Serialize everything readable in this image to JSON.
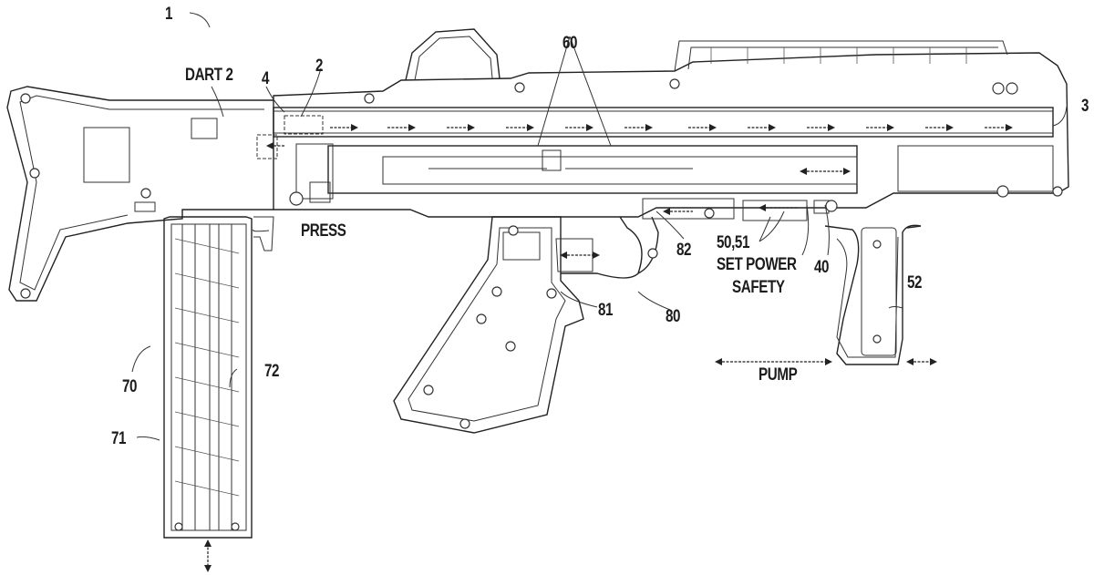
{
  "figure": {
    "title": "Toy dart blaster, side cutaway view",
    "reference_numerals": {
      "blaster": "1",
      "dart_label": "DART 2",
      "dart": "2",
      "barrel_exit": "3",
      "breech": "4",
      "plunger_assembly": "60",
      "magazine": "70",
      "magazine_body": "71",
      "magazine_follower": "72",
      "trigger_assembly": "80",
      "trigger": "81",
      "sear_link": "82",
      "power_setting": "50,51",
      "safety_catch": "40",
      "pump_grip": "52"
    },
    "annotations": {
      "press": "PRESS",
      "set_power": "SET POWER",
      "safety": "SAFETY",
      "pump": "PUMP"
    }
  }
}
